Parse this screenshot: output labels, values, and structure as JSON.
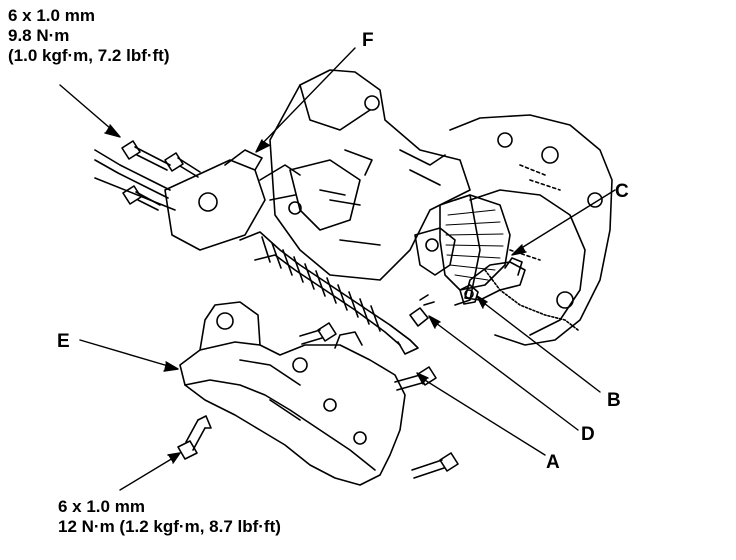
{
  "torque_specs": {
    "upper": {
      "bolt_size": "6 x 1.0 mm",
      "torque_metric": "9.8 N·m",
      "torque_other": "(1.0 kgf·m, 7.2 lbf·ft)"
    },
    "lower": {
      "bolt_size": "6 x 1.0 mm",
      "torque": "12 N·m (1.2 kgf·m, 8.7 lbf·ft)"
    }
  },
  "callouts": {
    "a": "A",
    "b": "B",
    "c": "C",
    "d": "D",
    "e": "E",
    "f": "F"
  }
}
